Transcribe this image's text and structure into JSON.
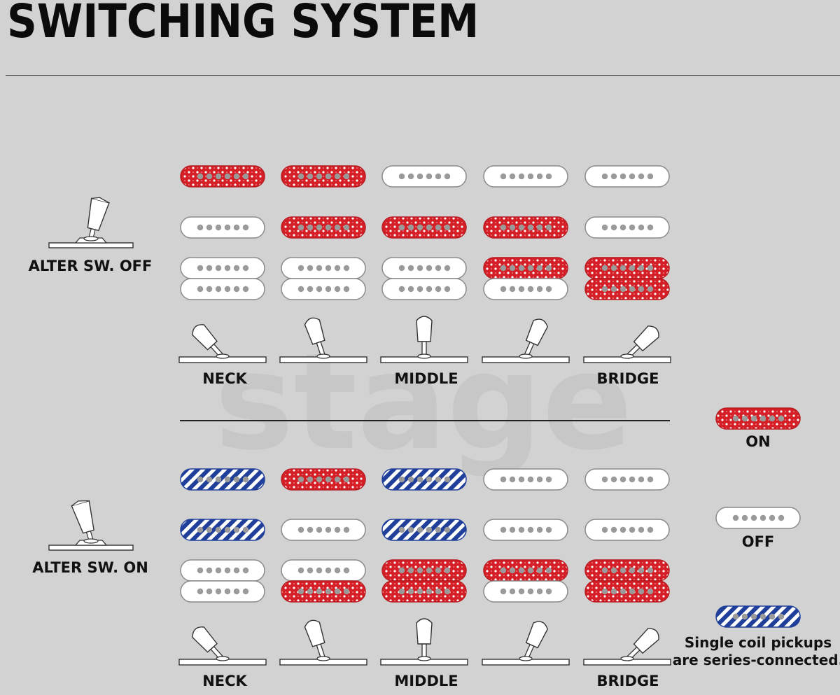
{
  "title": "SWITCHING SYSTEM",
  "watermark": "stage",
  "colors": {
    "on": "#d41f26",
    "off": "#ffffff",
    "series": "#1f3f9a",
    "dot": "#9a9a9a",
    "background": "#d2d2d2"
  },
  "positions": [
    "position-1",
    "position-2",
    "position-3",
    "position-4",
    "position-5"
  ],
  "position_labels": {
    "neck": "NECK",
    "middle": "MIDDLE",
    "bridge": "BRIDGE"
  },
  "sections": [
    {
      "id": "alter-off",
      "alter_label": "ALTER SW. OFF",
      "rows": {
        "neck": [
          "on",
          "on",
          "off",
          "off",
          "off"
        ],
        "middle": [
          "off",
          "on",
          "on",
          "on",
          "off"
        ],
        "bridge_top": [
          "off",
          "off",
          "off",
          "on",
          "on"
        ],
        "bridge_bottom": [
          "off",
          "off",
          "off",
          "off",
          "on"
        ]
      }
    },
    {
      "id": "alter-on",
      "alter_label": "ALTER SW. ON",
      "rows": {
        "neck": [
          "series",
          "on",
          "series",
          "off",
          "off"
        ],
        "middle": [
          "series",
          "off",
          "series",
          "off",
          "off"
        ],
        "bridge_top": [
          "off",
          "off",
          "on",
          "on",
          "on"
        ],
        "bridge_bottom": [
          "off",
          "on",
          "on",
          "off",
          "on"
        ]
      }
    }
  ],
  "legend": {
    "on_label": "ON",
    "off_label": "OFF",
    "series_label_line1": "Single coil pickups",
    "series_label_line2": "are series-connected."
  }
}
